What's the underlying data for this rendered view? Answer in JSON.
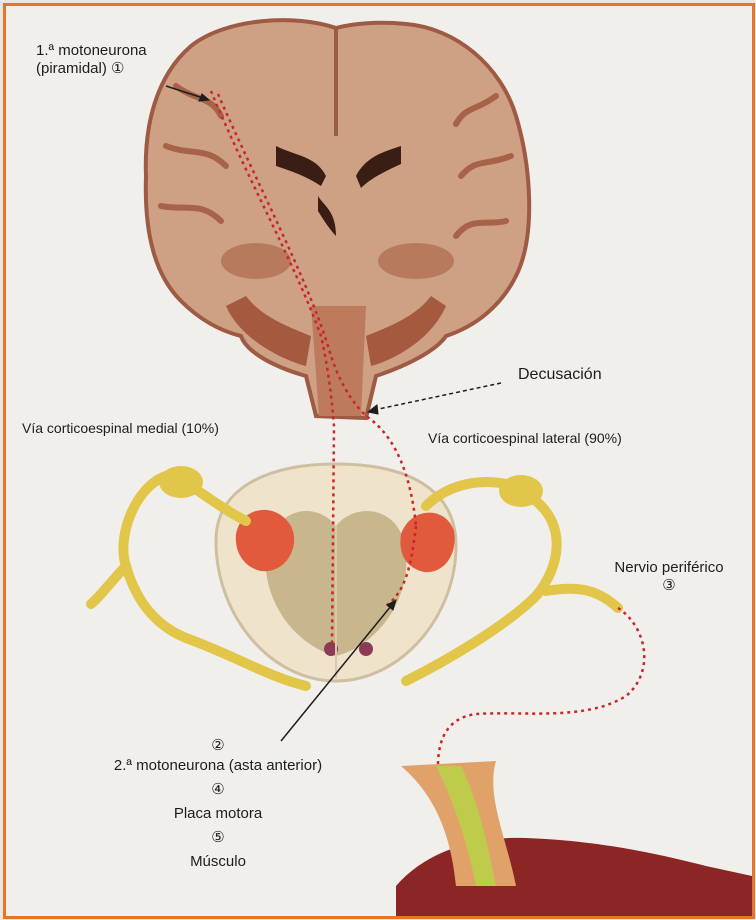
{
  "labels": {
    "first_motoneuron_line1": "1.ª motoneurona",
    "first_motoneuron_line2": "(piramidal) ①",
    "decussation": "Decusación",
    "medial_pathway": "Vía corticoespinal medial (10%)",
    "lateral_pathway": "Vía corticoespinal lateral (90%)",
    "peripheral_nerve": "Nervio periférico",
    "num_3": "③",
    "num_2": "②",
    "second_motoneuron": "2.ª motoneurona (asta anterior)",
    "num_4": "④",
    "motor_plate": "Placa motora",
    "num_5": "⑤",
    "muscle": "Músculo"
  },
  "colors": {
    "frame": "#e8742a",
    "brain_tissue": "#cfa184",
    "brain_cortex": "#a8624a",
    "pathway": "#c8262a",
    "spinal_grey": "#e25a3c",
    "nerve": "#e2c64a",
    "muscle": "#8c2624"
  }
}
